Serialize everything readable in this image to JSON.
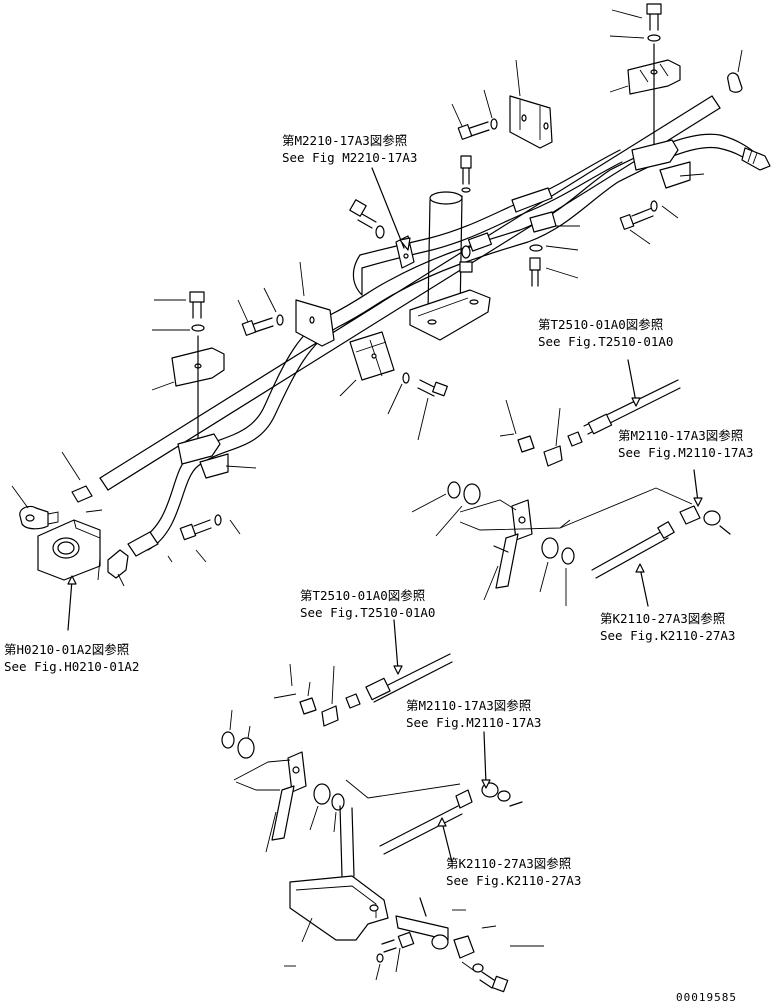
{
  "references": {
    "m2210_top": {
      "jp": "第M2210-17A3図参照",
      "en": "See Fig M2210-17A3"
    },
    "t2510_right": {
      "jp": "第T2510-01A0図参照",
      "en": "See Fig.T2510-01A0"
    },
    "m2110_right": {
      "jp": "第M2110-17A3図参照",
      "en": "See Fig.M2110-17A3"
    },
    "k2110_right": {
      "jp": "第K2110-27A3図参照",
      "en": "See Fig.K2110-27A3"
    },
    "h0210_left": {
      "jp": "第H0210-01A2図参照",
      "en": "See Fig.H0210-01A2"
    },
    "t2510_center": {
      "jp": "第T2510-01A0図参照",
      "en": "See Fig.T2510-01A0"
    },
    "m2110_center": {
      "jp": "第M2110-17A3図参照",
      "en": "See Fig.M2110-17A3"
    },
    "k2110_bottom": {
      "jp": "第K2110-27A3図参照",
      "en": "See Fig.K2110-27A3"
    }
  },
  "drawing_number": "00019585"
}
